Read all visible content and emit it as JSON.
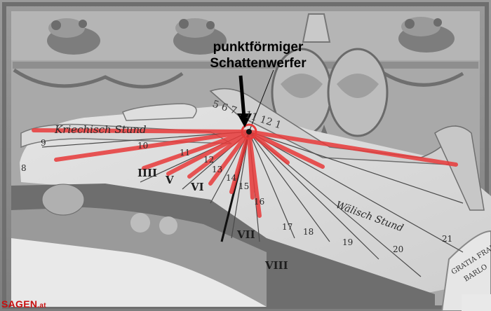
{
  "annotation": {
    "line1": "punktförmiger",
    "line2": "Schattenwerfer"
  },
  "scroll_labels": {
    "left": "Kriechisch Stund",
    "right": "Wälisch Stund"
  },
  "scroll_numbers": "5 6 7 . 11 12 1",
  "hour_numbers": [
    "10",
    "11",
    "12",
    "13",
    "14",
    "15",
    "16",
    "17",
    "18",
    "19",
    "20",
    "21",
    "9",
    "8"
  ],
  "roman_numerals": [
    "IIII",
    "V",
    "VI",
    "VII",
    "VIII"
  ],
  "inscription": [
    "GRATIA FRANC",
    "BARLO"
  ],
  "watermark": {
    "name": "SAGEN",
    "tld": ".at"
  },
  "colors": {
    "highlight": "#e83a3a",
    "watermark": "#c81010"
  }
}
